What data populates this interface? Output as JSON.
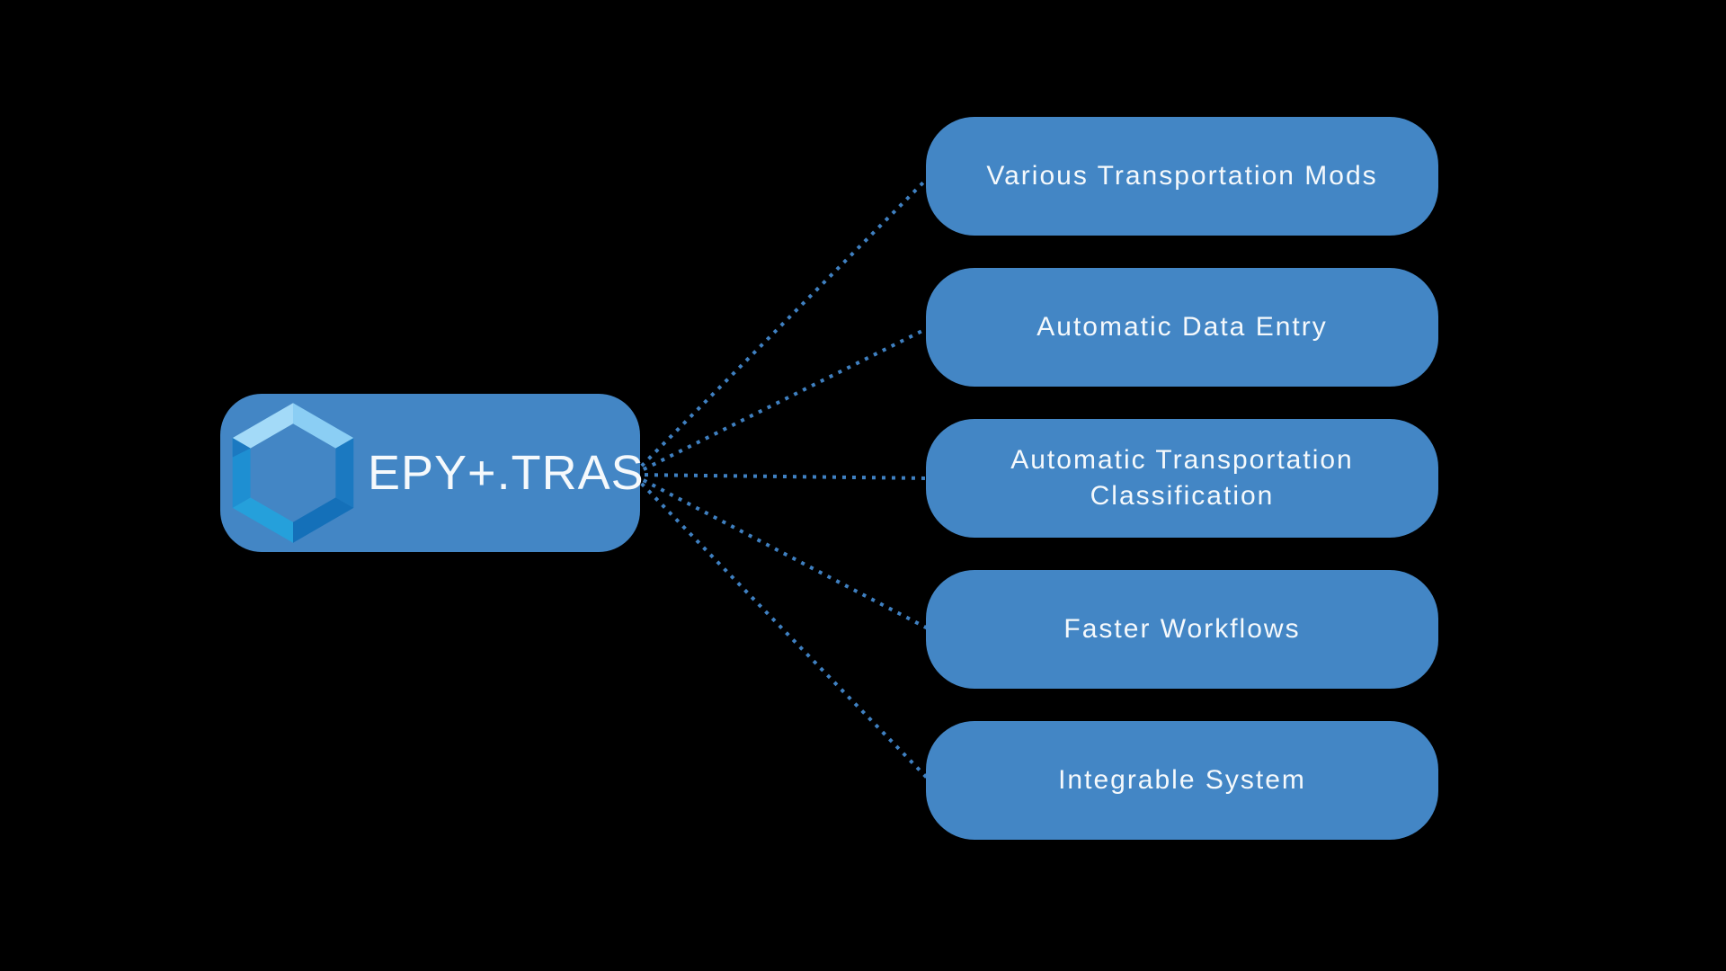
{
  "root_node": {
    "label": "EPY+.TRAS",
    "logo": "hexagon-icon"
  },
  "feature_nodes": [
    {
      "label": "Various Transportation Mods"
    },
    {
      "label": "Automatic Data Entry"
    },
    {
      "label": "Automatic Transportation Classification"
    },
    {
      "label": "Faster Workflows"
    },
    {
      "label": "Integrable System"
    }
  ],
  "connector_style": "dotted",
  "colors": {
    "background": "#000000",
    "node_fill": "#4386C5",
    "connector": "#3F80C1",
    "text": "#F5F9FC",
    "hex_light": "#A3DAF8",
    "hex_light2": "#8BCEF4",
    "hex_medium": "#25A0DB",
    "hex_medium2": "#1E8FD2",
    "hex_dark": "#1B79C1",
    "hex_dark2": "#1470B9"
  }
}
